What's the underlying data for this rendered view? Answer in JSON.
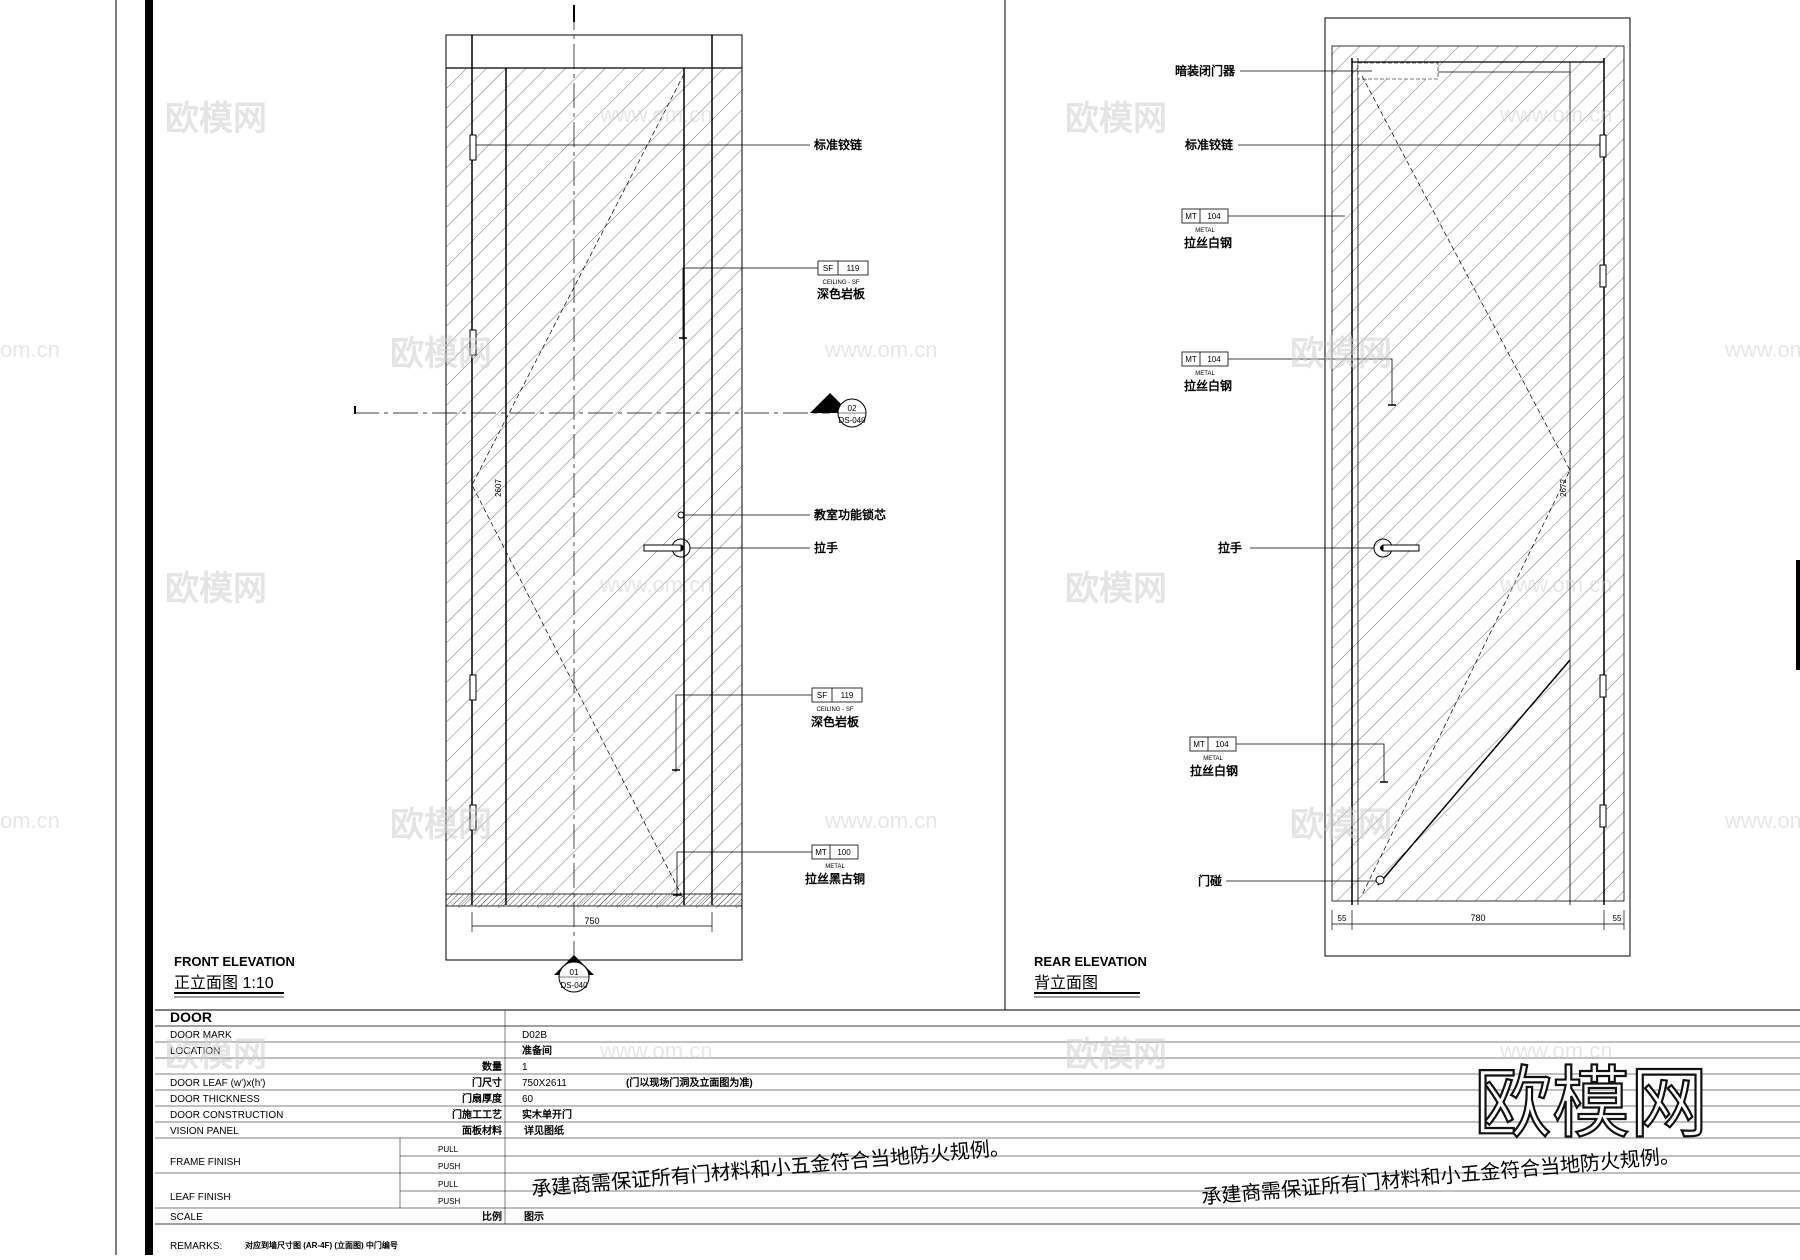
{
  "front": {
    "title_en": "FRONT ELEVATION",
    "title_cn": "正立面图 1:10",
    "dim_width": "750",
    "dim_height": "2607",
    "section_top": {
      "top": "02",
      "bottom": "DS-040"
    },
    "section_bottom": {
      "top": "01",
      "bottom": "DS-040"
    },
    "callouts": {
      "hinge": "标准铰链",
      "sf1": {
        "code": "SF",
        "num": "119",
        "sub": "CEILING - SF",
        "label": "深色岩板"
      },
      "lock": "教室功能锁芯",
      "handle": "拉手",
      "sf2": {
        "code": "SF",
        "num": "119",
        "sub": "CEILING - SF",
        "label": "深色岩板"
      },
      "mt": {
        "code": "MT",
        "num": "100",
        "sub": "METAL",
        "label": "拉丝黑古铜"
      }
    }
  },
  "rear": {
    "title_en": "REAR ELEVATION",
    "title_cn": "背立面图",
    "dim_width": "780",
    "dim_side_left": "55",
    "dim_side_right": "55",
    "dim_height": "2672",
    "callouts": {
      "closer": "暗装闭门器",
      "hinge": "标准铰链",
      "mt1": {
        "code": "MT",
        "num": "104",
        "sub": "METAL",
        "label": "拉丝白钢"
      },
      "mt2": {
        "code": "MT",
        "num": "104",
        "sub": "METAL",
        "label": "拉丝白钢"
      },
      "handle": "拉手",
      "mt3": {
        "code": "MT",
        "num": "104",
        "sub": "METAL",
        "label": "拉丝白钢"
      },
      "stopper": "门碰"
    }
  },
  "table": {
    "header": "DOOR",
    "rows": {
      "door_mark": {
        "en": "DOOR MARK",
        "value": "D02B"
      },
      "location": {
        "en": "LOCATION",
        "value": "准备间"
      },
      "quantity": {
        "cn": "数量",
        "value": "1"
      },
      "door_leaf": {
        "en": "DOOR LEAF (w')x(h')",
        "cn": "门尺寸",
        "value": "750X2611",
        "note": "(门以现场门洞及立面图为准)"
      },
      "thickness": {
        "en": "DOOR THICKNESS",
        "cn": "门扇厚度",
        "value": "60"
      },
      "construction": {
        "en": "DOOR CONSTRUCTION",
        "cn": "门施工工艺",
        "value": "实木单开门"
      },
      "vision": {
        "en": "VISION PANEL",
        "cn": "面板材料",
        "value": "详见图纸"
      },
      "frame": {
        "en": "FRAME FINISH",
        "pull": "PULL",
        "push": "PUSH"
      },
      "leaf": {
        "en": "LEAF FINISH",
        "pull": "PULL",
        "push": "PUSH"
      },
      "scale": {
        "en": "SCALE",
        "cn": "比例",
        "value": "图示"
      }
    },
    "remarks_label": "REMARKS:",
    "remarks_text": "对应到墙尺寸图 (AR-4F) (立面图) 中门编号",
    "notice_left": "承建商需保证所有门材料和小五金符合当地防火规例。",
    "notice_right": "承建商需保证所有门材料和小五金符合当地防火规例。"
  },
  "watermarks": {
    "brand": "欧模网",
    "url": "www.om.cn",
    "url_edge": "om.cn",
    "big": "欧模网"
  }
}
